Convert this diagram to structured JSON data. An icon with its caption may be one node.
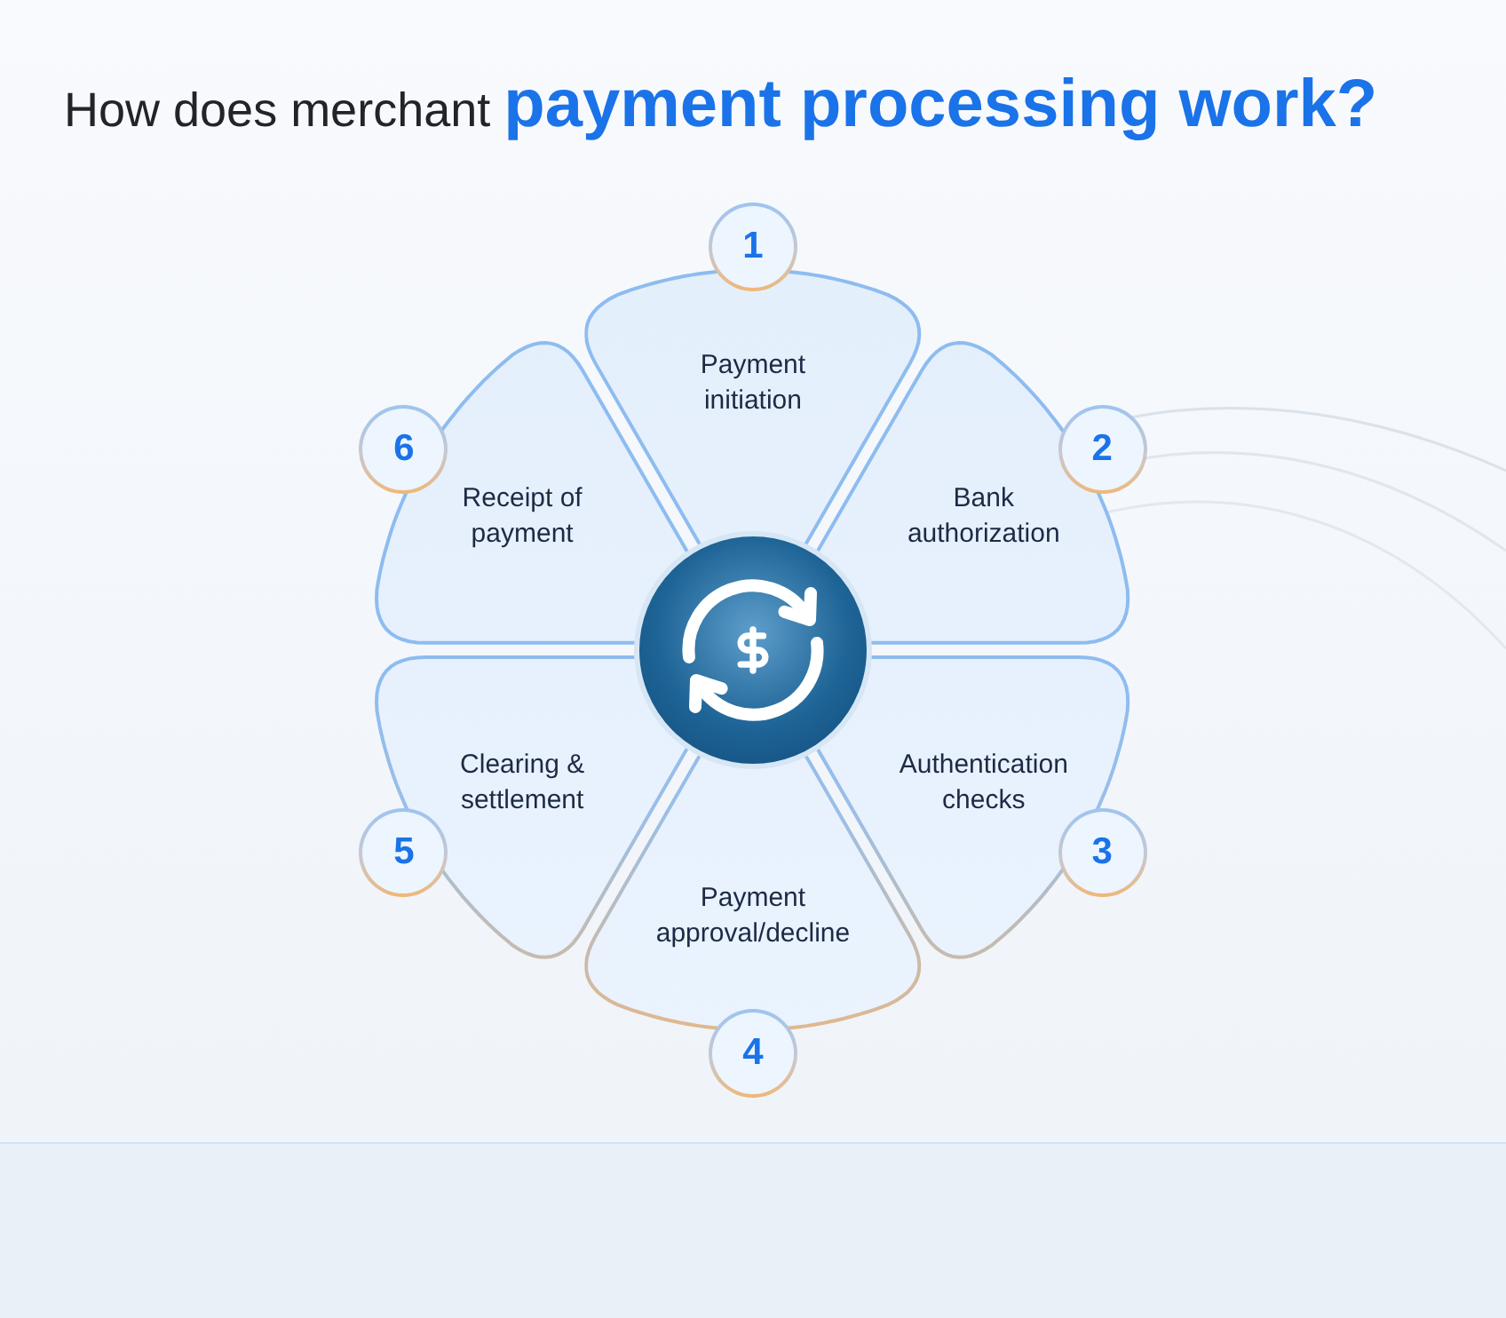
{
  "diagram": {
    "title": "How does merchant **payment processing work?**",
    "nodes": [
      {
        "text": [
          "1"
        ]
      },
      {
        "text": [
          "Payment initiation"
        ]
      },
      {
        "text": [
          "2"
        ]
      },
      {
        "text": [
          "Bank authorization"
        ]
      },
      {
        "text": [
          "3"
        ]
      },
      {
        "text": [
          "Authentication checks"
        ]
      },
      {
        "text": [
          "4"
        ]
      },
      {
        "text": [
          "Payment approval/decline"
        ]
      },
      {
        "text": [
          "5"
        ]
      },
      {
        "text": [
          "Clearing & settlement"
        ]
      },
      {
        "text": [
          "6"
        ]
      },
      {
        "text": [
          "Receipt of payment"
        ]
      },
      {
        "text": [],
        "shape": "circle"
      }
    ]
  }
}
